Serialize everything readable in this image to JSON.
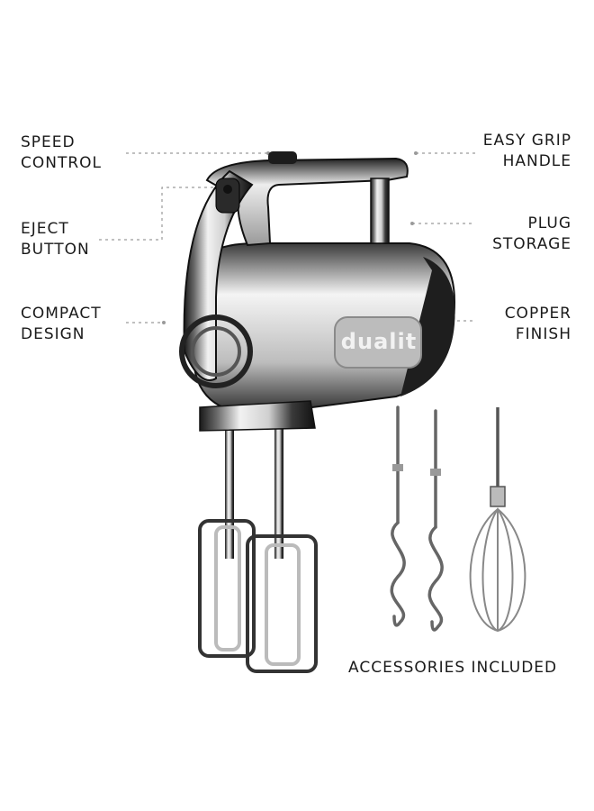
{
  "features": {
    "speed_control": [
      "SPEED",
      "CONTROL"
    ],
    "eject_button": [
      "EJECT",
      "BUTTON"
    ],
    "compact_design": [
      "COMPACT",
      "DESIGN"
    ],
    "easy_grip_handle": [
      "EASY GRIP",
      "HANDLE"
    ],
    "plug_storage": [
      "PLUG",
      "STORAGE"
    ],
    "copper_finish": [
      "COPPER",
      "FINISH"
    ]
  },
  "brand_logo": "dualit",
  "accessories_label": "ACCESSORIES INCLUDED",
  "colors": {
    "text": "#1a1a1a",
    "leader": "#9a9a9a",
    "chrome_dark": "#2a2a2a",
    "chrome_light": "#e8e8e8"
  }
}
